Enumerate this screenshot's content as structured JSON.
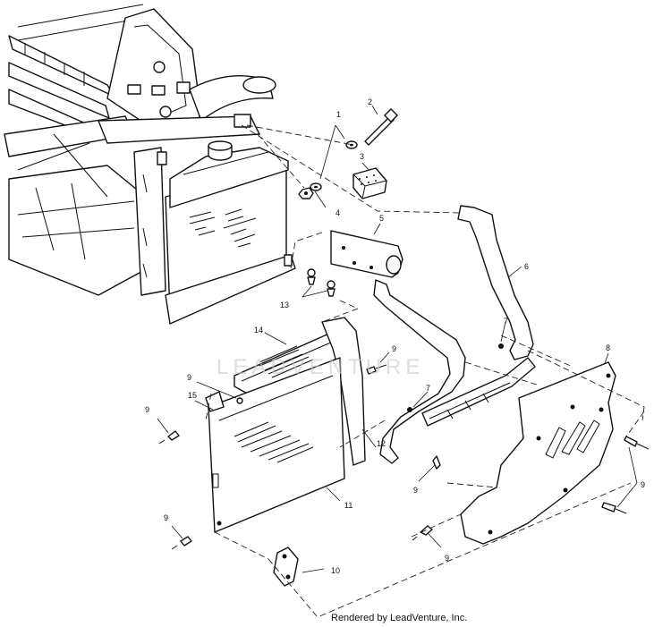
{
  "callouts": {
    "c1": "1",
    "c2": "2",
    "c3": "3",
    "c4": "4",
    "c5": "5",
    "c6": "6",
    "c7a": "7",
    "c7b": "7",
    "c8": "8",
    "c9a": "9",
    "c9b": "9",
    "c9c": "9",
    "c9d": "9",
    "c9e": "9",
    "c9f": "9",
    "c9g": "9",
    "c10": "10",
    "c11": "11",
    "c12": "12",
    "c13": "13",
    "c14": "14",
    "c15": "15"
  },
  "watermark": "LEADVENTURE",
  "credit": "Rendered by LeadVenture, Inc."
}
